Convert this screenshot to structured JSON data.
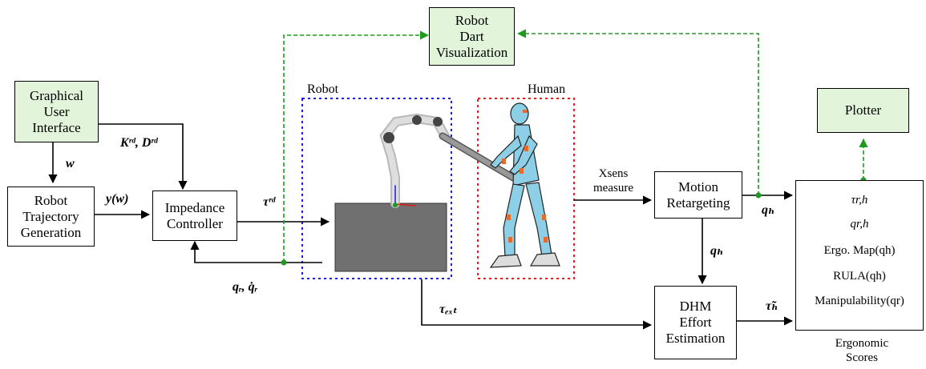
{
  "blocks": {
    "robot_dart": "Robot\nDart\nVisualization",
    "gui": "Graphical\nUser\nInterface",
    "trajectory": "Robot\nTrajectory\nGeneration",
    "impedance": "Impedance\nController",
    "motion_retargeting": "Motion\nRetargeting",
    "dhm": "DHM\nEffort\nEstimation",
    "plotter": "Plotter"
  },
  "region_labels": {
    "robot": "Robot",
    "human": "Human"
  },
  "signals": {
    "w": "w",
    "gains": "Kʳᵈ, Dʳᵈ",
    "y_w": "y(w)",
    "tau_rd": "τʳᵈ",
    "q_r": "qᵣ, q̇ᵣ",
    "tau_ext": "τₑₓₜ",
    "xsens": "Xsens\nmeasure",
    "q_h_right": "qₕ",
    "q_h_down": "qₕ",
    "tau_h": "τ̃ₕ"
  },
  "scores": {
    "items": [
      "τr,h",
      "qr,h",
      "Ergo. Map(qh)",
      "RULA(qh)",
      "Manipulability(qr)"
    ],
    "caption": "Ergonomic\nScores"
  },
  "colors": {
    "block_fill": "#e2f4da",
    "robot_region": "#1a1ae6",
    "human_region": "#e61a1a",
    "feedback_arrow": "#1f9a1f",
    "robot_base": "#707070",
    "human_skin": "#8ecfe8"
  }
}
